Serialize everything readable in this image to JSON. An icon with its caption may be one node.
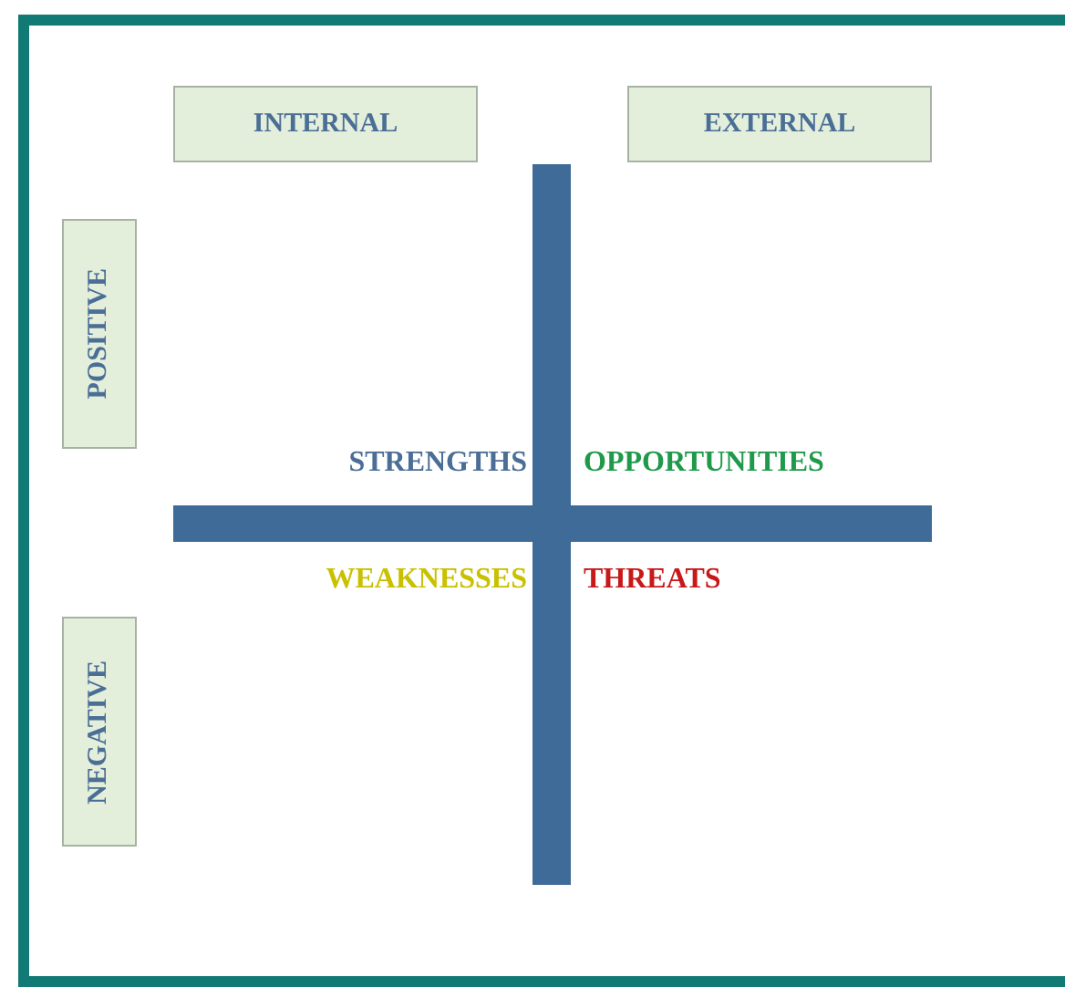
{
  "diagram": {
    "nodes": [
      {
        "text": [
          "INTERNAL"
        ]
      },
      {
        "text": [
          "EXTERNAL"
        ]
      },
      {
        "text": [
          "POSITIVE"
        ]
      },
      {
        "text": [
          "NEGATIVE"
        ]
      }
    ],
    "labels": [
      "STRENGTHS",
      "OPPORTUNITIES",
      "WEAKNESSES",
      "THREATS"
    ]
  }
}
